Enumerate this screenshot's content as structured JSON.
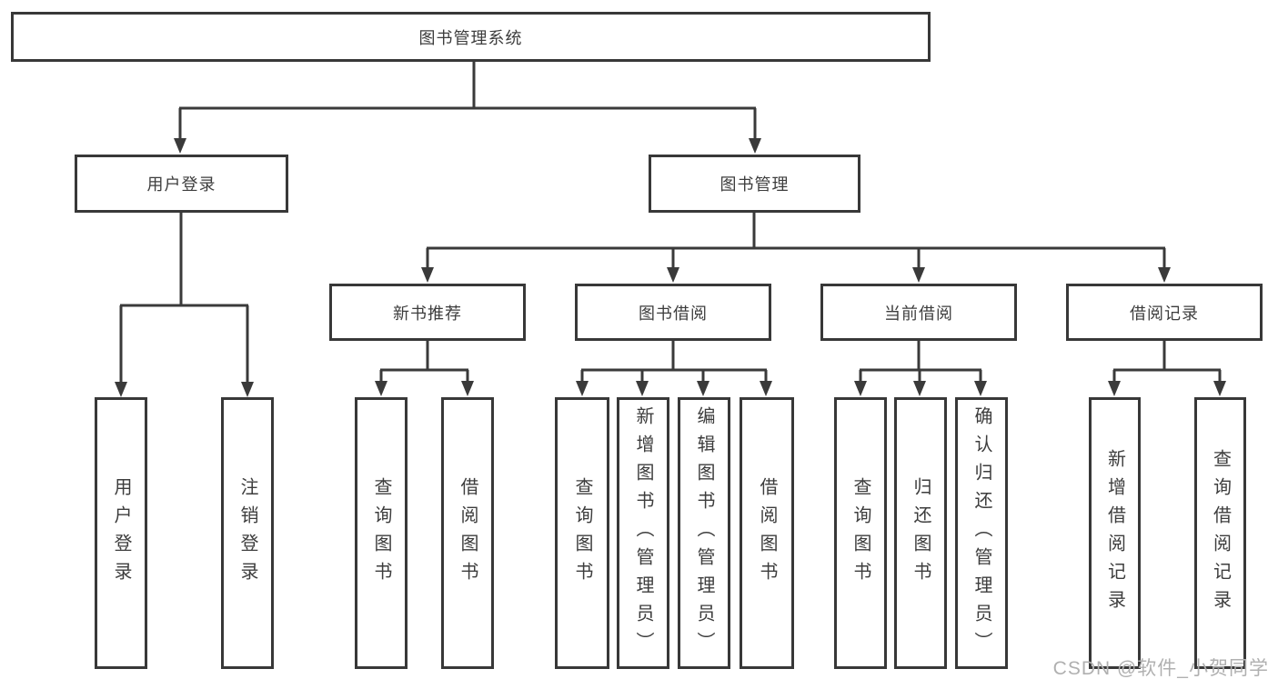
{
  "tree": {
    "root": {
      "label": "图书管理系统"
    },
    "branches": [
      {
        "label": "用户登录",
        "children": [
          {
            "label": "用户登录"
          },
          {
            "label": "注销登录"
          }
        ]
      },
      {
        "label": "图书管理",
        "children": [
          {
            "label": "新书推荐",
            "children": [
              {
                "label": "查询图书"
              },
              {
                "label": "借阅图书"
              }
            ]
          },
          {
            "label": "图书借阅",
            "children": [
              {
                "label": "查询图书"
              },
              {
                "label": "新增图书（管理员）"
              },
              {
                "label": "编辑图书（管理员）"
              },
              {
                "label": "借阅图书"
              }
            ]
          },
          {
            "label": "当前借阅",
            "children": [
              {
                "label": "查询图书"
              },
              {
                "label": "归还图书"
              },
              {
                "label": "确认归还（管理员）"
              }
            ]
          },
          {
            "label": "借阅记录",
            "children": [
              {
                "label": "新增借阅记录"
              },
              {
                "label": "查询借阅记录"
              }
            ]
          }
        ]
      }
    ]
  },
  "watermark": {
    "text": "CSDN @软件_小贺同学"
  },
  "colors": {
    "line": "#3a3a3a",
    "box_border": "#383838",
    "box_fill": "#ffffff",
    "text": "#3d3d3d",
    "watermark": "#b0b0b0",
    "background": "#ffffff"
  }
}
